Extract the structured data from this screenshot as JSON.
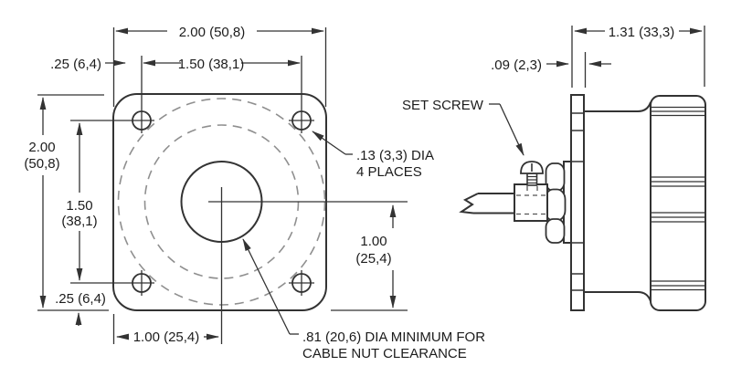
{
  "front": {
    "dim_width": "2.00 (50,8)",
    "dim_hole_span_h": "1.50 (38,1)",
    "dim_edge_top": ".25 (6,4)",
    "dim_height_1": "2.00",
    "dim_height_2": "(50,8)",
    "dim_hole_span_v_1": "1.50",
    "dim_hole_span_v_2": "(38,1)",
    "dim_edge_bottom": ".25 (6,4)",
    "dim_center_x": "1.00 (25,4)",
    "dim_center_y_1": "1.00",
    "dim_center_y_2": "(25,4)",
    "note_holes_1": ".13 (3,3) DIA",
    "note_holes_2": "4 PLACES",
    "note_center_1": ".81 (20,6) DIA MINIMUM FOR",
    "note_center_2": "CABLE NUT CLEARANCE"
  },
  "side": {
    "dim_depth": "1.31 (33,3)",
    "dim_flange": ".09 (2,3)",
    "label_set_screw": "SET SCREW"
  },
  "colors": {
    "line": "#333333",
    "phantom_dash": "#8f8f8f",
    "text": "#1c1c1c",
    "background": "#ffffff"
  }
}
